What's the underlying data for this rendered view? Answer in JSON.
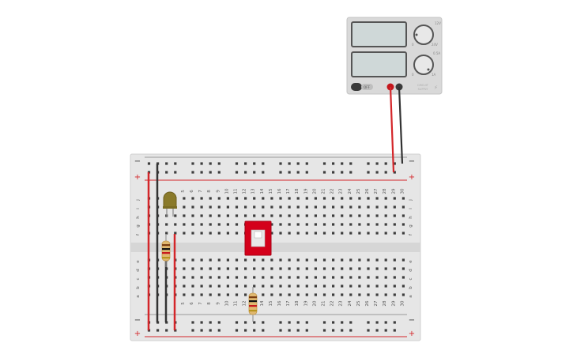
{
  "power_supply": {
    "voltage_knob_label_top": "12V",
    "voltage_knob_label_left": "0",
    "voltage_knob_label_right": "24V",
    "current_knob_label_top": "0.5A",
    "current_knob_label_left": "0",
    "current_knob_label_right": "1A",
    "switch_label": "OFF",
    "brand_line1": "CIRCUIT",
    "brand_line2": "SUPPLY",
    "voltage_display": "",
    "current_display": ""
  },
  "breadboard": {
    "minus_label": "−",
    "plus_label": "+",
    "upper_row_letters": [
      "j",
      "i",
      "h",
      "g",
      "f"
    ],
    "lower_row_letters": [
      "e",
      "d",
      "c",
      "b",
      "a"
    ],
    "column_numbers_upper_start": 5,
    "column_numbers_lower_start": 5,
    "column_numbers_end": 30
  },
  "components": [
    {
      "type": "led",
      "name": "led",
      "color": "#8a7a2a"
    },
    {
      "type": "resistor",
      "name": "resistor-upper"
    },
    {
      "type": "resistor",
      "name": "resistor-lower"
    },
    {
      "type": "dip-switch",
      "name": "slide-switch",
      "color": "#d4001a"
    }
  ],
  "wires": [
    {
      "name": "red-supply-wire",
      "color": "#d4262a"
    },
    {
      "name": "black-supply-wire",
      "color": "#333333"
    },
    {
      "name": "red-rail-wire-left",
      "color": "#d4262a"
    },
    {
      "name": "black-rail-wire-left",
      "color": "#333333"
    },
    {
      "name": "red-jumper-wire",
      "color": "#d4262a"
    },
    {
      "name": "black-jumper-wire",
      "color": "#333333"
    }
  ]
}
